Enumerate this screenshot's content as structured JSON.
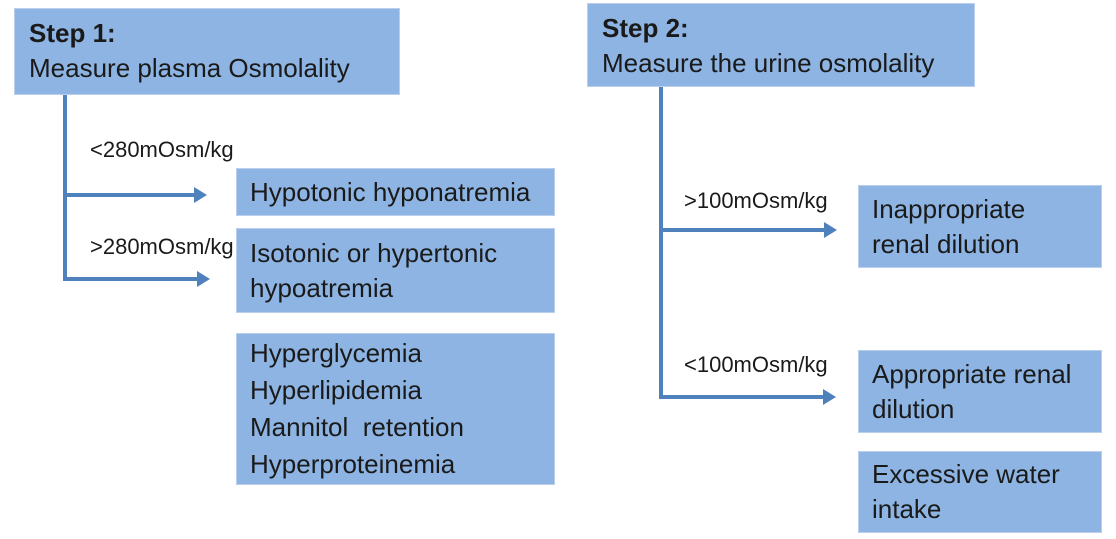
{
  "colors": {
    "box_fill": "#8db4e2",
    "connector": "#4f81bd",
    "text": "#1a1a1a"
  },
  "step1": {
    "title": "Step 1:",
    "subtitle": "Measure plasma Osmolality",
    "branches": [
      {
        "label": "<280mOsm/kg",
        "target": "Hypotonic hyponatremia"
      },
      {
        "label": ">280mOsm/kg",
        "target": "Isotonic or hypertonic\nhypoatremia"
      }
    ],
    "note": "Hyperglycemia\nHyperlipidemia\nMannitol  retention\nHyperproteinemia"
  },
  "step2": {
    "title": "Step 2:",
    "subtitle": "Measure the urine osmolality",
    "branches": [
      {
        "label": ">100mOsm/kg",
        "target": "Inappropriate\nrenal dilution"
      },
      {
        "label": "<100mOsm/kg",
        "target": "Appropriate renal\ndilution"
      }
    ],
    "note": "Excessive water\nintake"
  }
}
